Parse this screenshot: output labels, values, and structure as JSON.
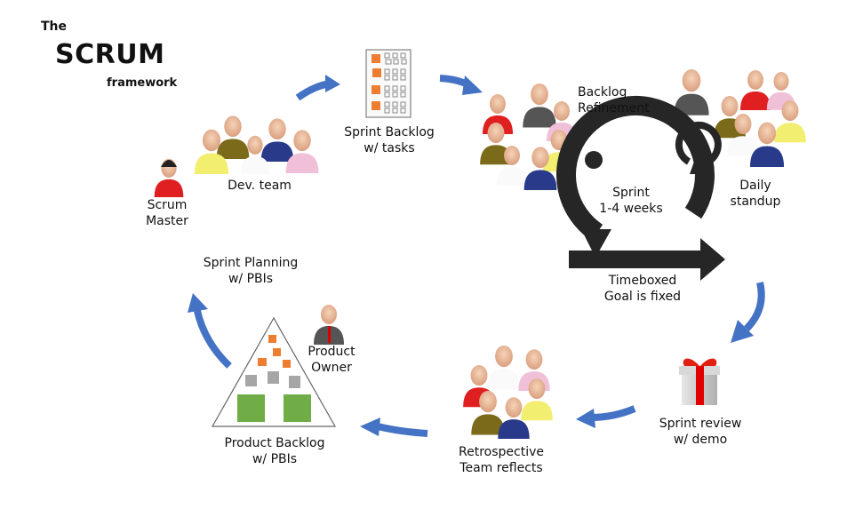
{
  "title": {
    "prefix": "The",
    "main": "SCRUM",
    "suffix": "framework"
  },
  "roles": {
    "scrum_master": [
      "Scrum",
      "Master"
    ],
    "dev_team": "Dev. team",
    "product_owner": [
      "Product",
      "Owner"
    ]
  },
  "stages": {
    "sprint_backlog": [
      "Sprint Backlog",
      "w/ tasks"
    ],
    "backlog_refinement": [
      "Backlog",
      "Refinement"
    ],
    "sprint": [
      "Sprint",
      "1-4 weeks"
    ],
    "timeboxed": [
      "Timeboxed",
      "Goal is fixed"
    ],
    "daily_standup": [
      "Daily",
      "standup"
    ],
    "sprint_review": [
      "Sprint review",
      "w/ demo"
    ],
    "retrospective": [
      "Retrospective",
      "Team reflects"
    ],
    "product_backlog": [
      "Product Backlog",
      "w/ PBIs"
    ],
    "sprint_planning": [
      "Sprint Planning",
      "w/ PBIs"
    ]
  },
  "colors": {
    "flow_arrow": "#4472c4",
    "sprint_loop": "#262626",
    "task_orange": "#ed7d31",
    "pbi_gray": "#a6a6a6",
    "pbi_green": "#70ad47",
    "gift_red": "#e00000"
  }
}
